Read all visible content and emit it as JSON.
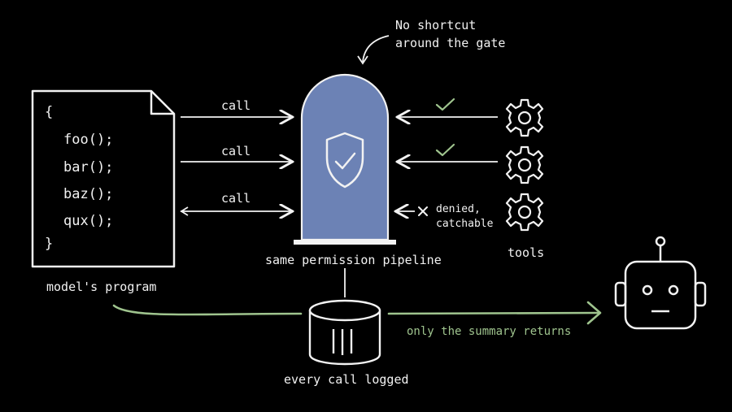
{
  "program": {
    "caption": "model's program",
    "open_brace": "{",
    "close_brace": "}",
    "lines": [
      "foo();",
      "bar();",
      "baz();",
      "qux();"
    ]
  },
  "calls": {
    "labels": [
      "call",
      "call",
      "call"
    ]
  },
  "gate": {
    "caption": "same permission pipeline",
    "note_line1": "No shortcut",
    "note_line2": "around the gate",
    "fill_color": "#6c82b5"
  },
  "tools": {
    "caption": "tools",
    "results": [
      "allowed",
      "allowed",
      "denied"
    ],
    "denied_line1": "denied,",
    "denied_line2": "catchable",
    "check_color": "#9fc48e"
  },
  "log": {
    "caption": "every call logged"
  },
  "summary": {
    "label": "only the summary returns",
    "color": "#9fc48e"
  }
}
